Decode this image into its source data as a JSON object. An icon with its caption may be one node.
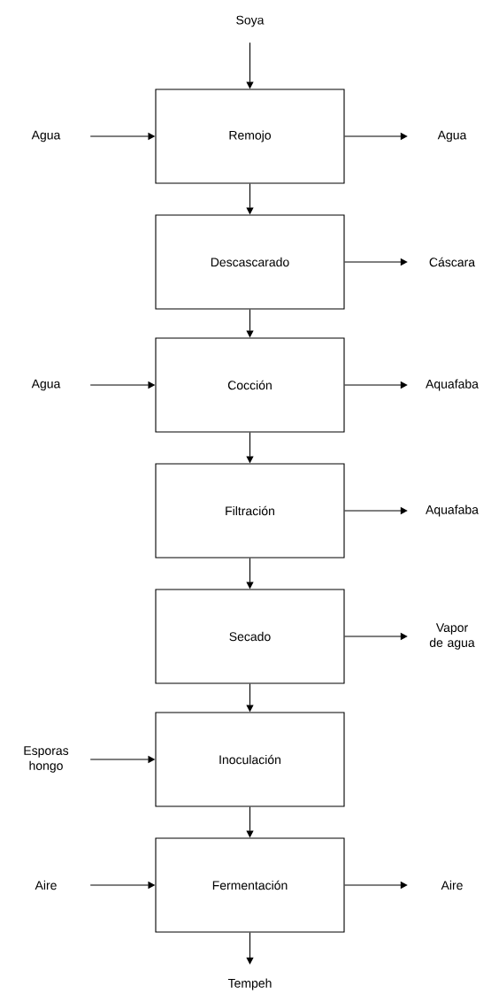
{
  "diagram": {
    "nodes": [
      {
        "text": [
          "Soya"
        ]
      },
      {
        "text": [
          "Remojo"
        ]
      },
      {
        "text": [
          "Agua"
        ]
      },
      {
        "text": [
          "Agua"
        ]
      },
      {
        "text": [
          "Descascarado"
        ]
      },
      {
        "text": [
          "Cáscara"
        ]
      },
      {
        "text": [
          "Agua"
        ]
      },
      {
        "text": [
          "Cocción"
        ]
      },
      {
        "text": [
          "Aquafaba"
        ]
      },
      {
        "text": [
          "Filtración"
        ]
      },
      {
        "text": [
          "Aquafaba"
        ]
      },
      {
        "text": [
          "Secado"
        ]
      },
      {
        "text": [
          "Vapor de agua"
        ]
      },
      {
        "text": [
          "Esporas hongo"
        ]
      },
      {
        "text": [
          "Inoculación"
        ]
      },
      {
        "text": [
          "Aire"
        ]
      },
      {
        "text": [
          "Fermentación"
        ]
      },
      {
        "text": [
          "Aire"
        ]
      },
      {
        "text": [
          "Tempeh"
        ]
      }
    ],
    "edges": [
      {
        "from": 0,
        "to": 1,
        "arrow": "to"
      },
      {
        "from": 2,
        "to": 1,
        "arrow": "to"
      },
      {
        "from": 1,
        "to": 3,
        "arrow": "to"
      },
      {
        "from": 1,
        "to": 4,
        "arrow": "to"
      },
      {
        "from": 4,
        "to": 5,
        "arrow": "to"
      },
      {
        "from": 4,
        "to": 7,
        "arrow": "to"
      },
      {
        "from": 6,
        "to": 7,
        "arrow": "to"
      },
      {
        "from": 7,
        "to": 8,
        "arrow": "to"
      },
      {
        "from": 7,
        "to": 9,
        "arrow": "to"
      },
      {
        "from": 9,
        "to": 10,
        "arrow": "to"
      },
      {
        "from": 9,
        "to": 11,
        "arrow": "to"
      },
      {
        "from": 11,
        "to": 12,
        "arrow": "to"
      },
      {
        "from": 11,
        "to": 14,
        "arrow": "to"
      },
      {
        "from": 13,
        "to": 14,
        "arrow": "to"
      },
      {
        "from": 14,
        "to": 16,
        "arrow": "to"
      },
      {
        "from": 15,
        "to": 16,
        "arrow": "to"
      },
      {
        "from": 16,
        "to": 17,
        "arrow": "to"
      },
      {
        "from": 16,
        "to": 18,
        "arrow": "to"
      }
    ]
  }
}
